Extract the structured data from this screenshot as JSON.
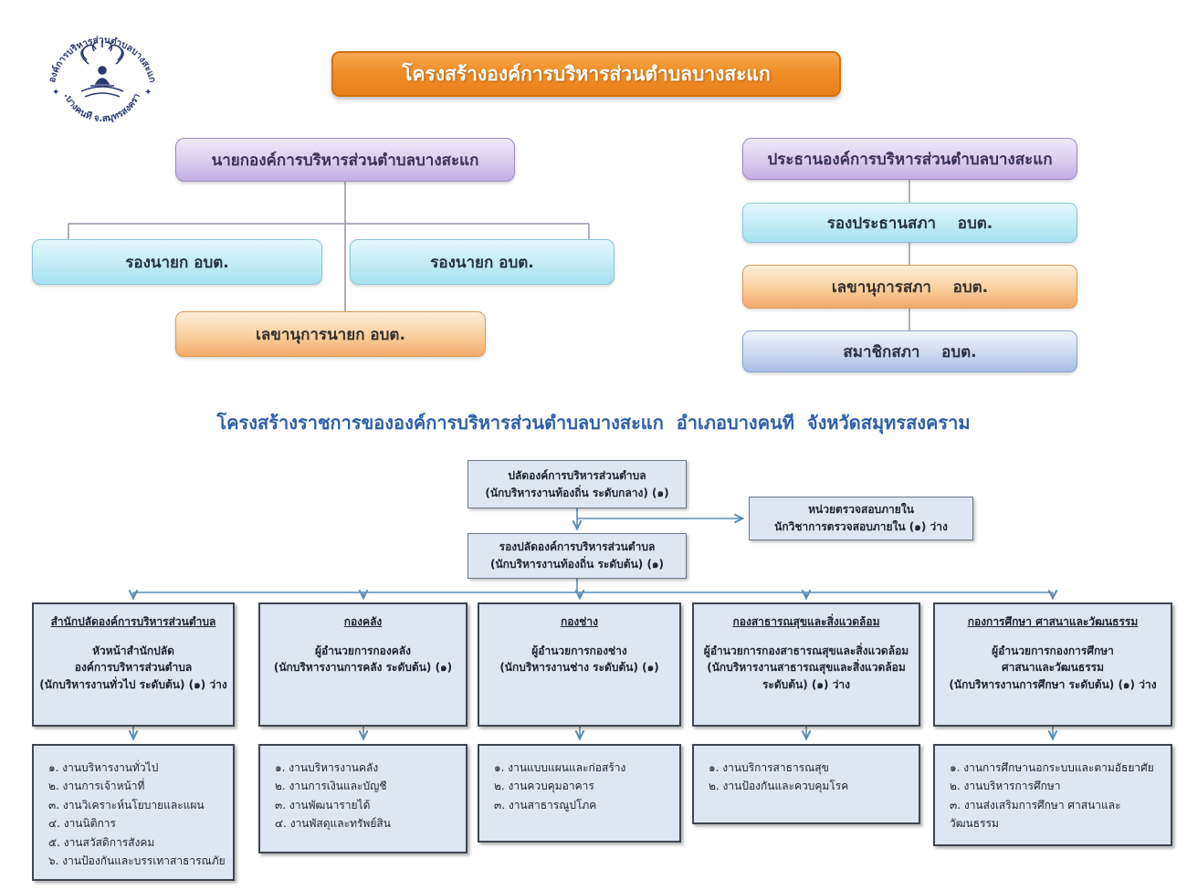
{
  "logo": {
    "ring_text_top": "องค์การบริหารส่วนตำบลบางสะแก",
    "ring_text_bottom": "อ.บางคนที จ.สมุทรสงคราม"
  },
  "title_banner": {
    "text": "โครงสร้างองค์การบริหารส่วนตำบลบางสะแก"
  },
  "executive_chart": {
    "head": "นายกองค์การบริหารส่วนตำบลบางสะแก",
    "deputy_left": "รองนายก อบต.",
    "deputy_right": "รองนายก อบต.",
    "secretary": "เลขานุการนายก อบต."
  },
  "council_chart": {
    "head": "ประธานองค์การบริหารส่วนตำบลบางสะแก",
    "vice_chairman": "รองประธานสภา    อบต.",
    "secretary": "เลขานุการสภา    อบต.",
    "members": "สมาชิกสภา    อบต."
  },
  "section_heading": "โครงสร้างราชการขององค์การบริหารส่วนตำบลบางสะแก  อำเภอบางคนที  จังหวัดสมุทรสงคราม",
  "admin": {
    "clerk": {
      "line1": "ปลัดองค์การบริหารส่วนตำบล",
      "line2": "(นักบริหารงานท้องถิ่น ระดับกลาง) (๑)"
    },
    "audit": {
      "line1": "หน่วยตรวจสอบภายใน",
      "line2": "นักวิชาการตรวจสอบภายใน (๑) ว่าง"
    },
    "deputy_clerk": {
      "line1": "รองปลัดองค์การบริหารส่วนตำบล",
      "line2": "(นักบริหารงานท้องถิ่น ระดับต้น) (๑)"
    },
    "departments": [
      {
        "title": "สำนักปลัดองค์การบริหารส่วนตำบล",
        "lines": [
          "หัวหน้าสำนักปลัด",
          "องค์การบริหารส่วนตำบล",
          "(นักบริหารงานทั่วไป ระดับต้น) (๑) ว่าง"
        ],
        "tasks": [
          "๑. งานบริหารงานทั่วไป",
          "๒. งานการเจ้าหน้าที่",
          "๓. งานวิเคราะห์นโยบายและแผน",
          "๔. งานนิติการ",
          "๕. งานสวัสดิการสังคม",
          "๖. งานป้องกันและบรรเทาสาธารณภัย"
        ]
      },
      {
        "title": "กองคลัง",
        "lines": [
          "ผู้อำนวยการกองคลัง",
          "(นักบริหารงานการคลัง ระดับต้น) (๑)"
        ],
        "tasks": [
          "๑. งานบริหารงานคลัง",
          "๒. งานการเงินและบัญชี",
          "๓. งานพัฒนารายได้",
          "๔. งานพัสดุและทรัพย์สิน"
        ]
      },
      {
        "title": "กองช่าง",
        "lines": [
          "ผู้อำนวยการกองช่าง",
          "(นักบริหารงานช่าง ระดับต้น) (๑)"
        ],
        "tasks": [
          "๑. งานแบบแผนและก่อสร้าง",
          "๒. งานควบคุมอาคาร",
          "๓. งานสาธารณูปโภค"
        ]
      },
      {
        "title": "กองสาธารณสุขและสิ่งแวดล้อม",
        "lines": [
          "ผู้อำนวยการกองสาธารณสุขและสิ่งแวดล้อม",
          "(นักบริหารงานสาธารณสุขและสิ่งแวดล้อม",
          "ระดับต้น) (๑) ว่าง"
        ],
        "tasks": [
          "๑. งานบริการสาธารณสุข",
          "๒. งานป้องกันและควบคุมโรค"
        ]
      },
      {
        "title": "กองการศึกษา ศาสนาและวัฒนธรรม",
        "lines": [
          "ผู้อำนวยการกองการศึกษา",
          "ศาสนาและวัฒนธรรม",
          "(นักบริหารงานการศึกษา ระดับต้น) (๑) ว่าง"
        ],
        "tasks": [
          "๑. งานการศึกษานอกระบบและตามอัธยาศัย",
          "๒. งานบริหารการศึกษา",
          "๓. งานส่งเสริมการศึกษา ศาสนาและวัฒนธรรม"
        ]
      }
    ]
  },
  "colors": {
    "banner_orange": "#ef8f28",
    "purple_box": "#c3aee4",
    "cyan_box": "#a5e0f0",
    "orange_box": "#f2a968",
    "blue_box": "#a9bde6",
    "lower_box_fill": "#dde6f1",
    "connector_steel_blue": "#5b8db4",
    "connector_gray": "#9395a8",
    "heading_blue": "#2e5fa8",
    "seal_navy": "#2c3a72"
  }
}
